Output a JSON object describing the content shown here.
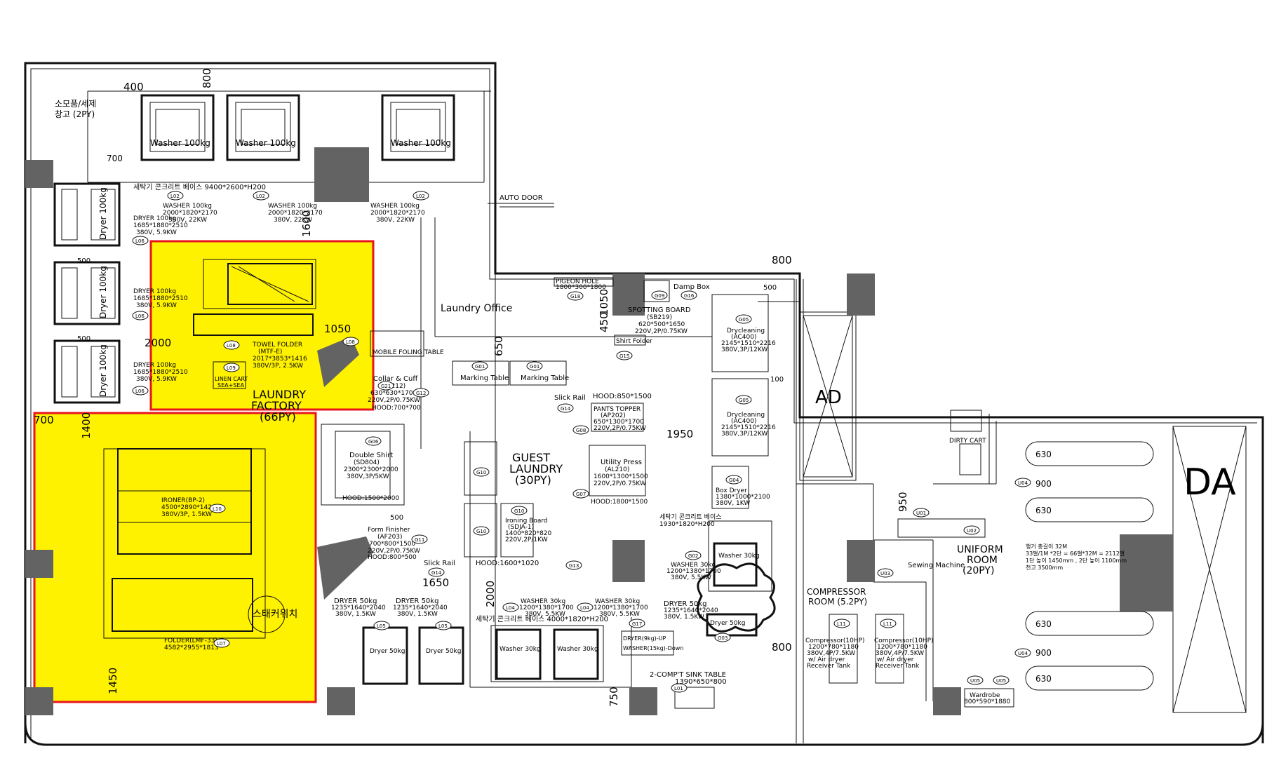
{
  "rooms": {
    "storage": [
      "소모품/세제",
      "창고 (2PY)"
    ],
    "laundry_factory": [
      "LAUNDRY",
      "FACTORY",
      "(66PY)"
    ],
    "laundry_office": "Laundry Office",
    "guest_laundry": [
      "GUEST",
      "LAUNDRY",
      "(30PY)"
    ],
    "compressor_room": [
      "COMPRESSOR",
      "ROOM (5.2PY)"
    ],
    "uniform_room": [
      "UNIFORM",
      "ROOM",
      "(20PY)"
    ],
    "ad": "AD",
    "da": "DA"
  },
  "dimensions": [
    "400",
    "800",
    "700",
    "1600",
    "2000",
    "1050",
    "500",
    "500",
    "700",
    "1400",
    "1450",
    "800",
    "1050",
    "450",
    "650",
    "500",
    "1950",
    "100",
    "500",
    "1650",
    "2000",
    "750",
    "800",
    "950",
    "630",
    "900",
    "630",
    "630",
    "900",
    "630"
  ],
  "labels": {
    "washer_base": "세탁기 콘크리트 베이스 9400*2600*H200",
    "washer_spec": [
      "WASHER 100kg",
      "2000*1820*2170",
      "380V, 22KW"
    ],
    "washer_unit": "Washer 100kg",
    "dryer_unit": "Dryer 100kg",
    "dryer_spec": [
      "DRYER 100kg",
      "1685*1880*2510",
      "380V, 5.9KW"
    ],
    "auto_door": "AUTO DOOR",
    "towel_folder": [
      "TOWEL FOLDER",
      "(MTF-E)",
      "2017*3853*1416",
      "380V/3P, 2.5KW"
    ],
    "linen_cart": [
      "LINEN CART",
      "SEA+SEA"
    ],
    "mobile_table": "MOBILE FOLING TABLE",
    "ironer": [
      "IRONER(BP-2)",
      "4500*2890*1420",
      "380V/3P, 1.5KW"
    ],
    "folder": [
      "FOLDER(LMF-33)",
      "4582*2955*1813"
    ],
    "stacker": "스태커위치",
    "pigeon_hole": [
      "PIGEON HOLE",
      "1800*300*1800"
    ],
    "damp_box": "Damp Box",
    "spotting_board": [
      "SPOTTING BOARD",
      "(SB219)",
      "620*500*1650",
      "220V,2P/0.75KW"
    ],
    "shirt_folder": "Shirt Folder",
    "marking_table": "Marking Table",
    "collar_cuff": [
      "Collar & Cuff",
      "(SC212)",
      "630*630*1700",
      "220V,2P/0.75KW",
      "HOOD:700*700"
    ],
    "double_shirt": [
      "Double Shirt",
      "(SD804)",
      "2300*2300*2000",
      "380V,3P/5KW",
      "HOOD:1500*2000"
    ],
    "slick_rail": "Slick Rail",
    "hood_top": "HOOD:850*1500",
    "pants_topper": [
      "PANTS TOPPER",
      "(AP202)",
      "650*1300*1700",
      "220V,2P/0.75KW"
    ],
    "utility_press": [
      "Utility Press",
      "(AL210)",
      "1600*1300*1500",
      "220V,2P/0.75KW",
      "HOOD:1800*1500"
    ],
    "form_finisher": [
      "Form Finisher",
      "(AF203)",
      "700*800*1500",
      "220V,2P/0.75KW",
      "HOOD:800*500"
    ],
    "ironing_board": [
      "Ironing Board",
      "(SDJA-1)",
      "1400*820*820",
      "220V,2P/1KW"
    ],
    "hood_1600": "HOOD:1600*1020",
    "drycleaning": [
      "Drycleaning",
      "(AC400)",
      "2145*1510*2216",
      "380V,3P/12KW"
    ],
    "box_dryer": [
      "Box Dryer",
      "1380*1000*2100",
      "380V, 1KW"
    ],
    "washer_base_small": [
      "세탁기 콘크리트 베이스",
      "1930*1820*H200"
    ],
    "washer30_spec": [
      "WASHER 30kg",
      "1200*1380*1700",
      "380V, 5.5KW"
    ],
    "washer30_unit": "Washer 30kg",
    "dryer50_spec": [
      "DRYER 50kg",
      "1235*1640*2040",
      "380V, 1.5KW"
    ],
    "dryer50_unit": "Dryer 50kg",
    "washer_base_mid": "세탁기 콘크리트 베이스 4000*1820*H200",
    "stack_labels": [
      "DRYER(9kg)-UP",
      "WASHER(15kg)-Down"
    ],
    "sink": [
      "2-COMP'T SINK TABLE",
      "1390*650*800"
    ],
    "compressor": [
      "Compressor(10HP)",
      "1200*780*1180",
      "380V,4P/7.5KW",
      "w/ Air dryer",
      "Receiver Tank"
    ],
    "dirty_cart": "DIRTY CART",
    "sewing": "Sewing Machine",
    "wardrobe": [
      "Wardrobe",
      "800*590*1880"
    ],
    "hanger_note": [
      "행거 총길이 32M",
      "33벌/1M *2단 = 66벌*32M = 2112벌",
      "1단 높이 1450mm , 2단 높이 1100mm",
      "천고 3500mm"
    ]
  },
  "tags": [
    "L02",
    "L02",
    "L02",
    "L06",
    "L06",
    "L06",
    "L08",
    "L09",
    "L10",
    "L08",
    "L07",
    "G18",
    "G09",
    "G16",
    "G15",
    "G01",
    "G01",
    "G21",
    "G12",
    "G14",
    "G06",
    "G08",
    "G07",
    "G11",
    "G14",
    "G10",
    "G10",
    "G10",
    "G13",
    "G05",
    "G05",
    "G04",
    "G02",
    "G03",
    "G17",
    "L01",
    "L04",
    "L04",
    "L05",
    "L05",
    "L11",
    "L11",
    "U01",
    "U02",
    "U03",
    "U04",
    "U04",
    "U05",
    "U05"
  ],
  "colors": {
    "highlight": "#fff200",
    "highlight_border": "#e8141c",
    "column": "#636363"
  }
}
